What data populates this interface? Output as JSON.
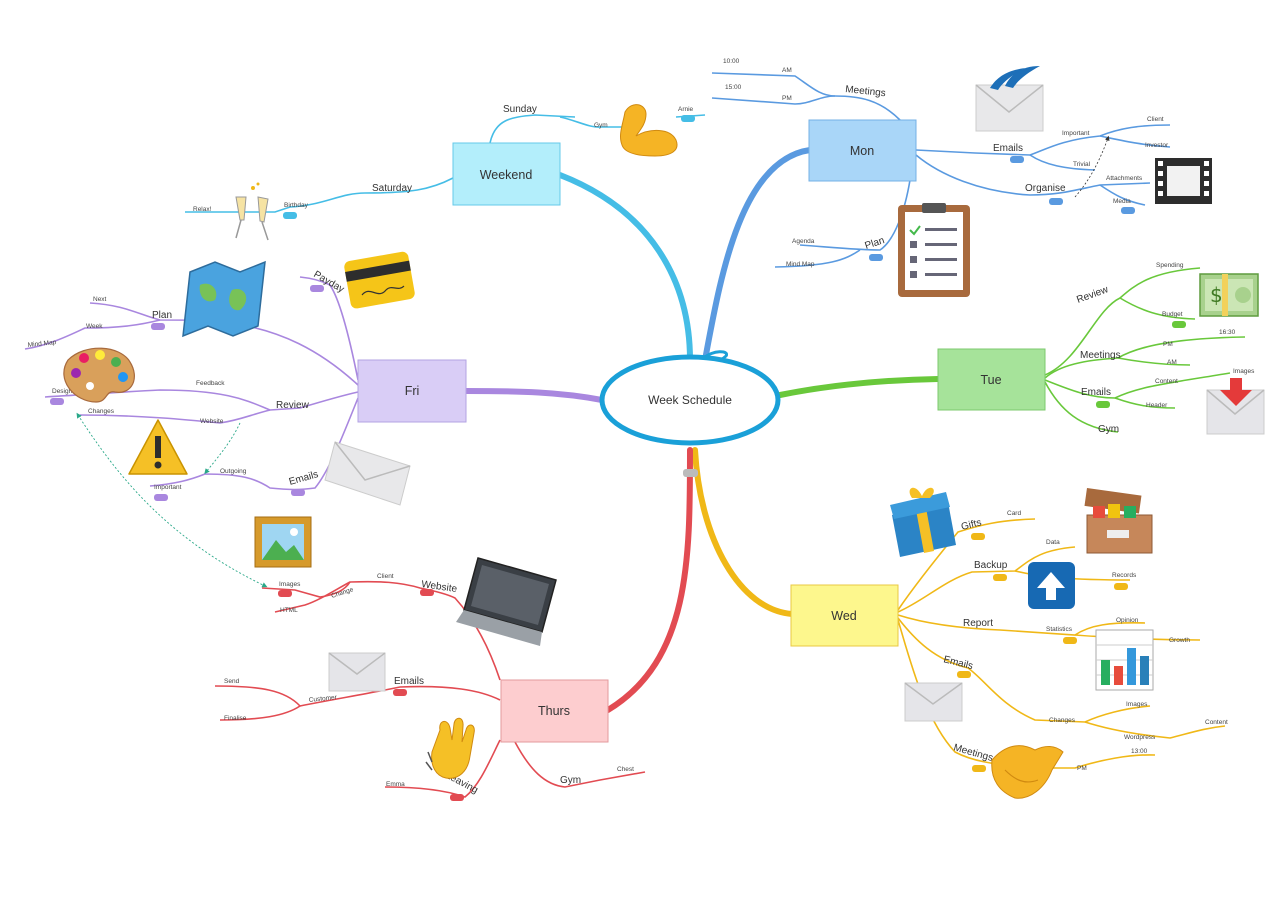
{
  "central": {
    "label": "Week Schedule",
    "color": "#1aa0d8"
  },
  "colors": {
    "weekend": "#45bde6",
    "mon": "#5a9ae0",
    "tue": "#69c83b",
    "wed": "#f0b817",
    "thurs": "#e24b52",
    "fri": "#a987df",
    "link": "#2aa889"
  },
  "topics": {
    "weekend": {
      "label": "Weekend",
      "fill": "#b3eefb",
      "stroke": "#66c9e8",
      "text": "#333333"
    },
    "mon": {
      "label": "Mon",
      "fill": "#a9d6f8",
      "stroke": "#74b0e6",
      "text": "#333333"
    },
    "tue": {
      "label": "Tue",
      "fill": "#a6e39a",
      "stroke": "#7cc96d",
      "text": "#333333"
    },
    "wed": {
      "label": "Wed",
      "fill": "#fdf78d",
      "stroke": "#e9c843",
      "text": "#d9852c"
    },
    "thurs": {
      "label": "Thurs",
      "fill": "#fdcdcf",
      "stroke": "#e39a9e",
      "text": "#333333"
    },
    "fri": {
      "label": "Fri",
      "fill": "#d9cdf6",
      "stroke": "#b3a3e3",
      "text": "#7a55c9"
    }
  },
  "labels": {
    "weekend": {
      "sunday": "Sunday",
      "gym": "Gym",
      "arnie": "Arnie",
      "saturday": "Saturday",
      "birthday": "Birthday",
      "relax": "Relax!"
    },
    "mon": {
      "meetings": "Meetings",
      "am": "AM",
      "pm": "PM",
      "t1000": "10:00",
      "t1500": "15:00",
      "emails": "Emails",
      "important": "Important",
      "trivial": "Trivial",
      "client": "Client",
      "investor": "Investor",
      "organise": "Organise",
      "attachments": "Attachments",
      "media": "Media",
      "plan": "Plan",
      "agenda": "Agenda",
      "mindmap": "Mind Map"
    },
    "tue": {
      "review": "Review",
      "spending": "Spending",
      "budget": "Budget",
      "meetings": "Meetings",
      "pm": "PM",
      "am": "AM",
      "t1630": "16:30",
      "emails": "Emails",
      "content": "Content",
      "images": "Images",
      "header": "Header",
      "gym": "Gym"
    },
    "wed": {
      "gifts": "Gifts",
      "card": "Card",
      "backup": "Backup",
      "data": "Data",
      "records": "Records",
      "report": "Report",
      "statistics": "Statistics",
      "opinion": "Opinion",
      "growth": "Growth",
      "emails": "Emails",
      "changes": "Changes",
      "images": "Images",
      "wordpress": "Wordpress",
      "content": "Content",
      "meetings": "Meetings",
      "pm": "PM",
      "t1300": "13:00"
    },
    "thurs": {
      "website": "Website",
      "client": "Client",
      "change": "Change",
      "images": "Images",
      "html": "HTML",
      "emails": "Emails",
      "customer": "Customer",
      "send": "Send",
      "finalise": "Finalise",
      "gym": "Gym",
      "chest": "Chest",
      "leaving": "Leaving",
      "emma": "Emma"
    },
    "fri": {
      "payday": "Payday",
      "plan": "Plan",
      "next": "Next",
      "week": "Week",
      "mindmap": "Mind Map",
      "review": "Review",
      "feedback": "Feedback",
      "design": "Design",
      "website": "Website",
      "changes": "Changes",
      "emails": "Emails",
      "outgoing": "Outgoing",
      "important": "Important"
    }
  }
}
